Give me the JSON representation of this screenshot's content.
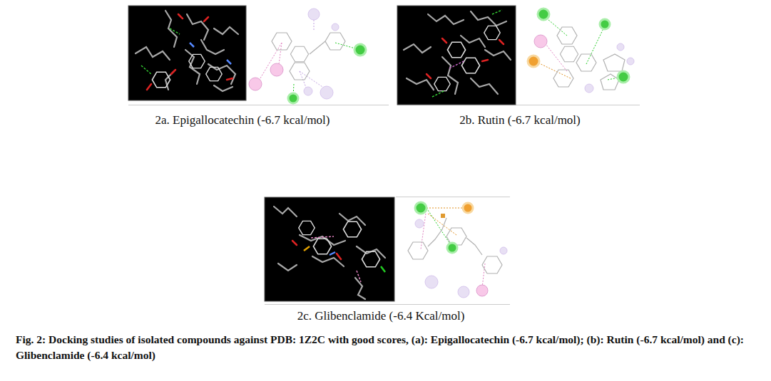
{
  "diagram": {
    "caption": "Fig. 2: Docking studies of isolated compounds against PDB: 1Z2C with good scores, (a): Epigallocatechin (-6.7 kcal/mol); (b): Rutin (-6.7 kcal/mol) and (c): Glibenclamide (-6.4 kcal/mol)",
    "labels": [
      "2a. Epigallocatechin (-6.7 kcal/mol)",
      "2b. Rutin (-6.7 kcal/mol)",
      "2c. Glibenclamide (-6.4 Kcal/mol)"
    ]
  }
}
